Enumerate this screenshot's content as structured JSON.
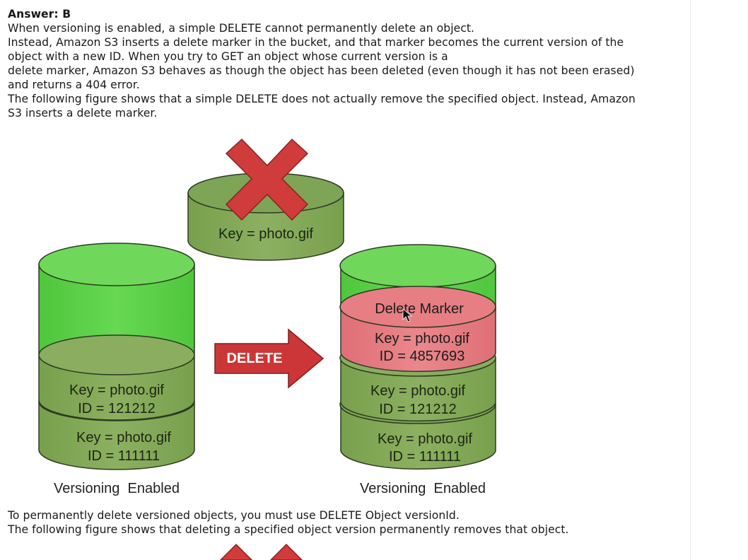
{
  "answer_heading": "Answer: B",
  "paragraph_1_lines": [
    "When versioning is enabled, a simple DELETE cannot permanently delete an object.",
    "Instead, Amazon S3 inserts a delete marker in the bucket, and that marker becomes the current version of the",
    "object with a new ID. When you try to GET an object whose current version is a",
    "delete marker, Amazon S3 behaves as though the object has been deleted (even though it has not been erased)",
    "and returns a 404 error.",
    "The following figure shows that a simple DELETE does not actually remove the specified object. Instead, Amazon",
    "S3 inserts a delete marker."
  ],
  "figure": {
    "deleted_object": {
      "key": "Key = photo.gif"
    },
    "action_arrow": "DELETE",
    "left_bucket": {
      "objects": [
        {
          "key": "Key = photo.gif",
          "id": "ID = 121212"
        },
        {
          "key": "Key = photo.gif",
          "id": "ID = 111111"
        }
      ],
      "caption": "Versioning  Enabled"
    },
    "right_bucket": {
      "delete_marker": {
        "label": "Delete Marker",
        "key": "Key = photo.gif",
        "id": "ID = 4857693"
      },
      "objects": [
        {
          "key": "Key = photo.gif",
          "id": "ID = 121212"
        },
        {
          "key": "Key = photo.gif",
          "id": "ID = 111111"
        }
      ],
      "caption": "Versioning  Enabled"
    },
    "colors": {
      "bucket_green": "#5ed54a",
      "bucket_top_green": "#6ad357",
      "object_olive": "#86a95a",
      "delete_marker_pink": "#e47c82",
      "x_red": "#d33a3a",
      "arrow_red": "#cc3434"
    }
  },
  "paragraph_2_lines": [
    "To permanently delete versioned objects, you must use DELETE Object versionId.",
    "The following figure shows that deleting a specified object version permanently removes that object."
  ]
}
